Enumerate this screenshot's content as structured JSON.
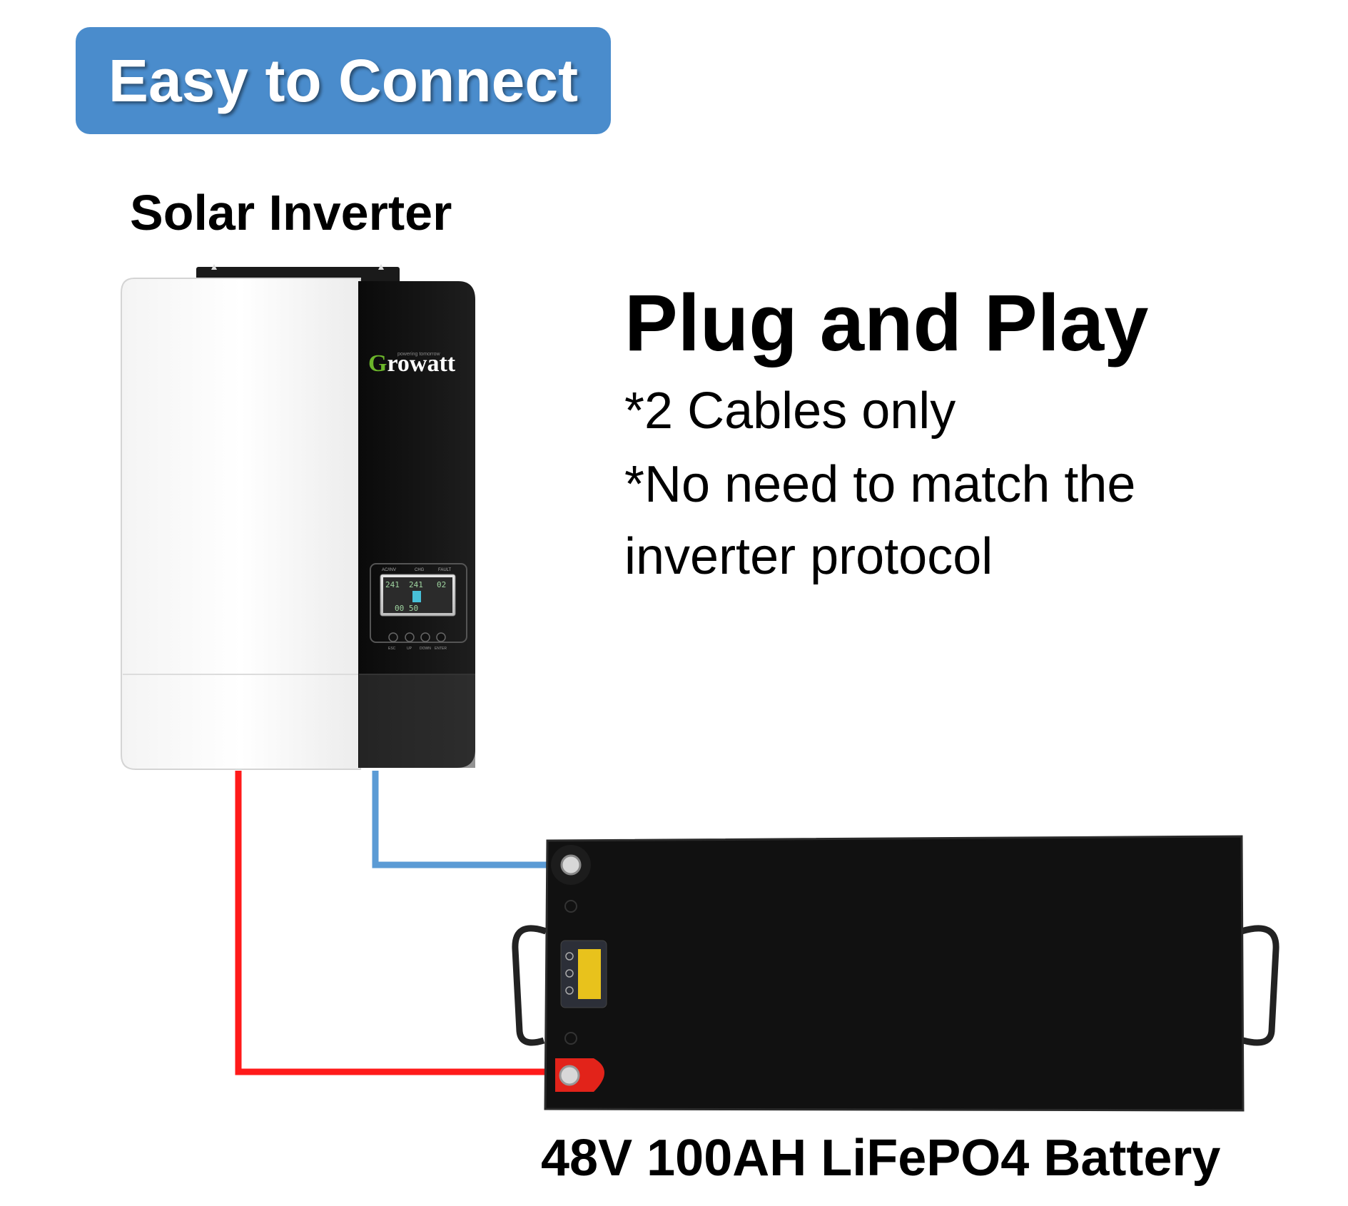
{
  "badge": {
    "text": "Easy to Connect"
  },
  "inverter": {
    "label": "Solar Inverter",
    "brand": "Growatt",
    "brand_tagline": "powering tomorrow",
    "indicators": [
      "AC/INV",
      "CHG",
      "FAULT"
    ],
    "buttons": [
      "ESC",
      "UP",
      "DOWN",
      "ENTER"
    ],
    "lcd": {
      "left": "241",
      "mid": "241",
      "right": "02",
      "bottom": "00 50"
    }
  },
  "headline": "Plug and Play",
  "bullets": [
    "*2 Cables only",
    "*No need to match the",
    "inverter protocol"
  ],
  "battery": {
    "label": "48V 100AH LiFePO4 Battery"
  },
  "colors": {
    "badge": "#4a8ccc",
    "positive_cable": "#ff1a1a",
    "negative_cable": "#5b9bd5",
    "brand_green": "#6bb52a"
  }
}
